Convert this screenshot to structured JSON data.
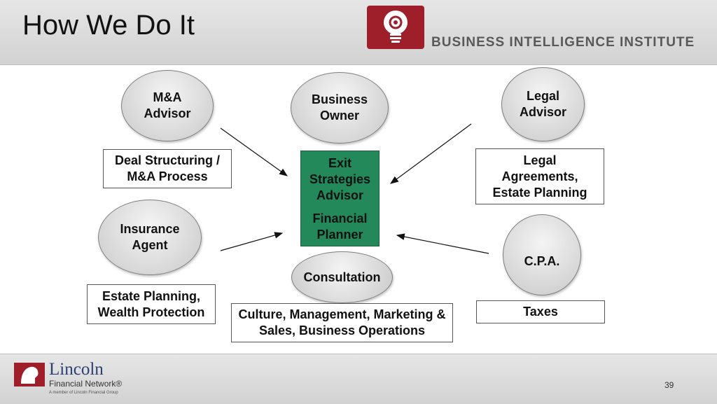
{
  "header": {
    "title": "How We Do It",
    "institute": "BUSINESS INTELLIGENCE INSTITUTE"
  },
  "diagram": {
    "ma_advisor": "M&A Advisor",
    "business_owner": "Business Owner",
    "legal_advisor": "Legal Advisor",
    "insurance_agent": "Insurance Agent",
    "cpa": "C.P.A.",
    "consultation": "Consultation",
    "deal_structuring": "Deal Structuring / M&A Process",
    "legal_agreements": "Legal Agreements, Estate Planning",
    "estate_planning": "Estate Planning, Wealth Protection",
    "culture": "Culture, Management, Marketing & Sales, Business Operations",
    "taxes": "Taxes",
    "center_line1": "Exit Strategies Advisor",
    "center_line2": "Financial Planner"
  },
  "footer": {
    "logo_name": "Lincoln",
    "logo_network": "Financial Network®",
    "logo_sub": "A member of Lincoln Financial Group",
    "page_number": "39"
  },
  "colors": {
    "center_fill": "#23895a",
    "brand_red": "#9e1f2a",
    "lincoln_blue": "#2b3f72"
  }
}
